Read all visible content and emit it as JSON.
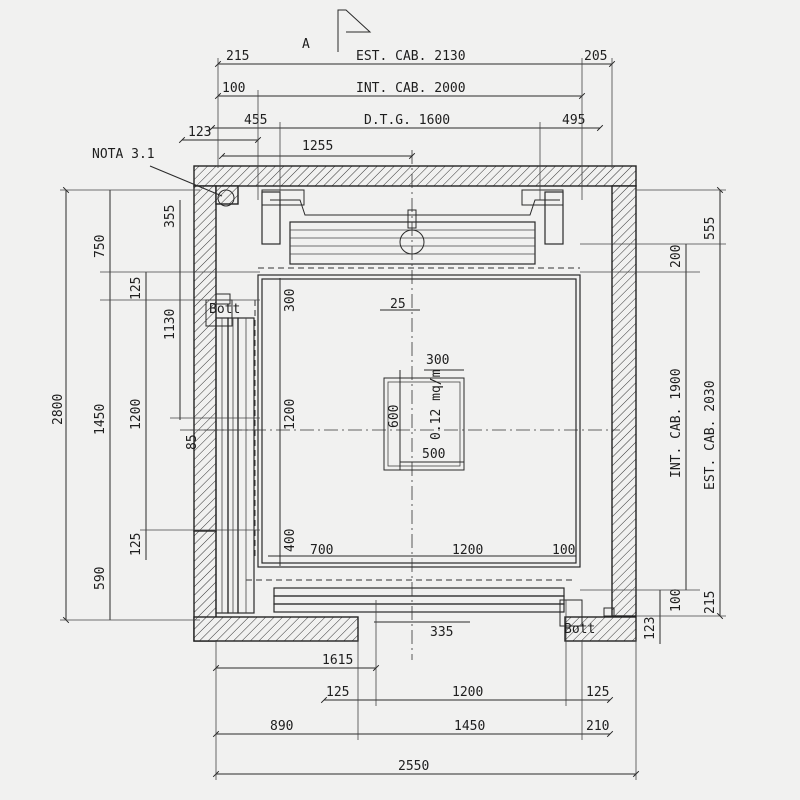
{
  "section_mark": "A",
  "top_dims": {
    "est_left": "215",
    "est_cab": "EST. CAB. 2130",
    "est_right": "205",
    "int_left": "100",
    "int_cab": "INT. CAB. 2000",
    "dtg_left": "455",
    "dtg": "D.T.G. 1600",
    "dtg_right": "495",
    "small_123": "123",
    "center_1255": "1255"
  },
  "note": "NOTA 3.1",
  "left_dims": {
    "d355": "355",
    "d750": "750",
    "d125_top": "125",
    "d1130": "1130",
    "d300": "300",
    "d2800": "2800",
    "d1450": "1450",
    "d1200": "1200",
    "d85": "85",
    "d1200_inner": "1200",
    "d125_bottom": "125",
    "d400": "400",
    "d590": "590"
  },
  "inner_dims": {
    "d25": "25",
    "d300": "300",
    "d600": "600",
    "load": "0.12 mq/m",
    "d500": "500",
    "d700": "700",
    "d1200": "1200",
    "d100": "100",
    "d335": "335"
  },
  "right_dims": {
    "d555": "555",
    "d200": "200",
    "int_cab": "INT. CAB. 1900",
    "est_cab": "EST. CAB. 2030",
    "d100": "100",
    "d215": "215",
    "d123": "123"
  },
  "bottom_dims": {
    "d1615": "1615",
    "d125_left": "125",
    "d1200": "1200",
    "d125_right": "125",
    "d890": "890",
    "d1450": "1450",
    "d210": "210",
    "d2550": "2550"
  },
  "bott_labels": [
    "Bott",
    "Bott"
  ]
}
